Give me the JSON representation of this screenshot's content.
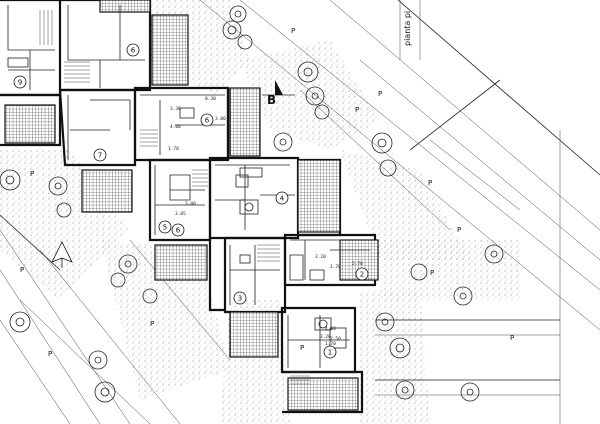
{
  "title_text": "pianta pi",
  "section_marker": "B",
  "unit_numbers": [
    "6",
    "6",
    "9",
    "7",
    "6",
    "5",
    "4",
    "3",
    "2",
    "1"
  ],
  "parking_labels": [
    "P",
    "P",
    "P",
    "P",
    "P",
    "P",
    "P",
    "P",
    "P",
    "P",
    "P",
    "P"
  ],
  "dimension_labels": [
    "3.30",
    "4.00",
    "3.00",
    "1.70",
    "3.05",
    "3.00",
    "3.20",
    "2.70",
    "1.70",
    "3.20",
    "2.50",
    "1.70",
    "4.00",
    "0.30"
  ],
  "colors": {
    "ink": "#111111",
    "paper": "#ffffff"
  }
}
